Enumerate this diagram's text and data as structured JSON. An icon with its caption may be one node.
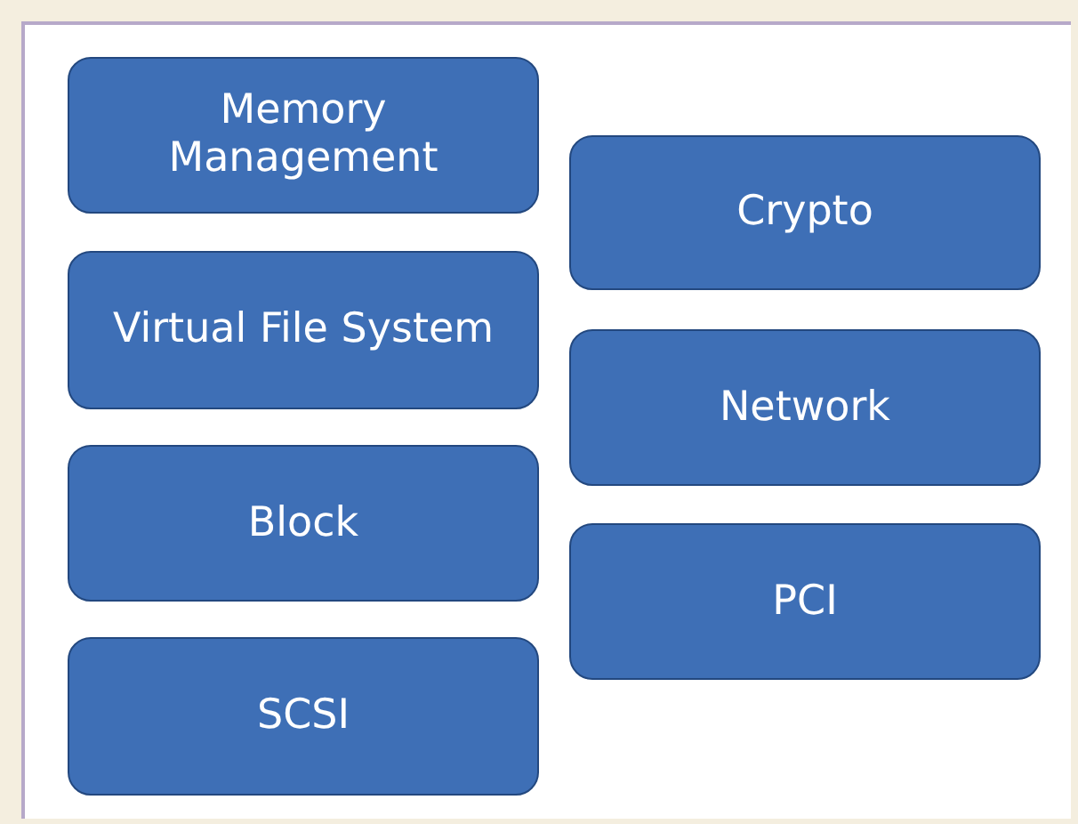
{
  "diagram": {
    "nodes": [
      {
        "text": [
          "Memory Management"
        ]
      },
      {
        "text": [
          "Virtual File System"
        ]
      },
      {
        "text": [
          "Block"
        ]
      },
      {
        "text": [
          "SCSI"
        ]
      },
      {
        "text": [
          "Crypto"
        ]
      },
      {
        "text": [
          "Network"
        ]
      },
      {
        "text": [
          "PCI"
        ]
      }
    ]
  }
}
